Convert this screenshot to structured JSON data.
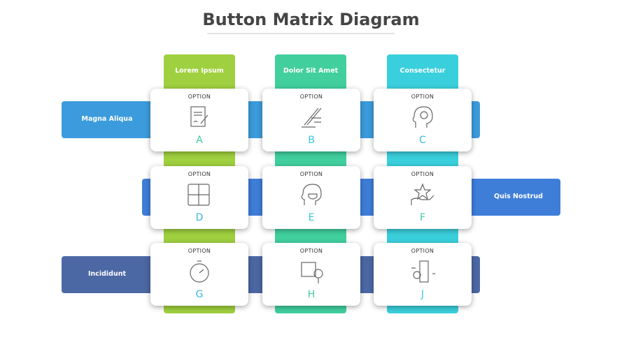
{
  "title": "Button Matrix Diagram",
  "columns": [
    {
      "label": "Lorem Ipsum",
      "color": "#9fd03f"
    },
    {
      "label": "Dolor Sit Amet",
      "color": "#41cf9e"
    },
    {
      "label": "Consectetur",
      "color": "#3acfdc"
    }
  ],
  "rows": [
    {
      "label": "Magna Aliqua",
      "color": "#3c9bdc"
    },
    {
      "label": "Quis Nostrud",
      "color": "#3e7ed9"
    },
    {
      "label": "Incididunt",
      "color": "#4b68a5"
    }
  ],
  "cards": [
    {
      "option": "OPTION",
      "letter": "A",
      "icon": "contract-sign-icon",
      "color": "#3ecf9a"
    },
    {
      "option": "OPTION",
      "letter": "B",
      "icon": "hand-writing-icon",
      "color": "#3ac6e0"
    },
    {
      "option": "OPTION",
      "letter": "C",
      "icon": "head-gear-icon",
      "color": "#3ab7e0"
    },
    {
      "option": "OPTION",
      "letter": "D",
      "icon": "puzzle-icon",
      "color": "#3ab5e0"
    },
    {
      "option": "OPTION",
      "letter": "E",
      "icon": "head-trophy-icon",
      "color": "#3ac6d8"
    },
    {
      "option": "OPTION",
      "letter": "F",
      "icon": "hand-star-icon",
      "color": "#3ecf9a"
    },
    {
      "option": "OPTION",
      "letter": "G",
      "icon": "stopwatch-icon",
      "color": "#3ab5e0"
    },
    {
      "option": "OPTION",
      "letter": "H",
      "icon": "vector-search-icon",
      "color": "#3ecf9a"
    },
    {
      "option": "OPTION",
      "letter": "J",
      "icon": "city-location-icon",
      "color": "#3ac6e0"
    }
  ]
}
